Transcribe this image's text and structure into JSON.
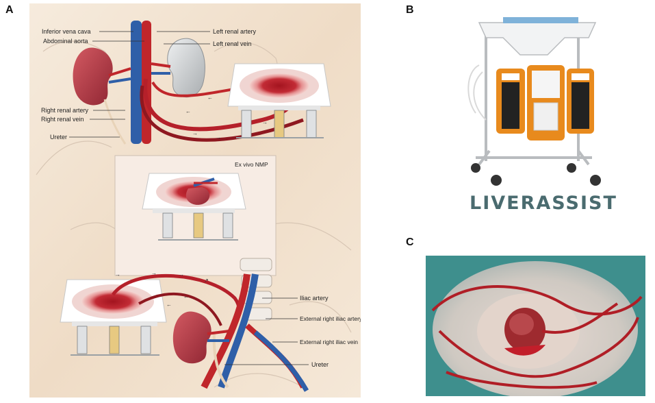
{
  "panels": {
    "a": {
      "letter": "A"
    },
    "b": {
      "letter": "B"
    },
    "c": {
      "letter": "C"
    }
  },
  "panel_a": {
    "labels": {
      "inferior_vena_cava": "Inferior vena cava",
      "abdominal_aorta": "Abdominal aorta",
      "left_renal_artery": "Left renal artery",
      "left_renal_vein": "Left renal vein",
      "right_renal_artery": "Right renal artery",
      "right_renal_vein": "Right renal vein",
      "ureter_top": "Ureter",
      "ex_vivo": "Ex vivo NMP",
      "iliac_artery": "Iliac artery",
      "ext_right_iliac_artery": "External right iliac artery",
      "ext_right_iliac_vein": "External right iliac vein",
      "ureter_bottom": "Ureter"
    },
    "colors": {
      "background": "#f3e6d6",
      "artery": "#c0262b",
      "vein": "#2f5fa8",
      "kidney": "#b8404a",
      "kidney_graft": "#cfd2d3",
      "device": "#ffffff",
      "perfusion_red": "#b11c28"
    }
  },
  "panel_b": {
    "brand": "LIVERASSIST",
    "colors": {
      "housing": "#e88a1d",
      "frame": "#b9bcbf",
      "brand_text": "#4a6b6f"
    }
  },
  "panel_c": {
    "colors": {
      "drape": "#3e8f8d",
      "organ": "#9e2a2f",
      "tubing": "#b01e26"
    }
  }
}
